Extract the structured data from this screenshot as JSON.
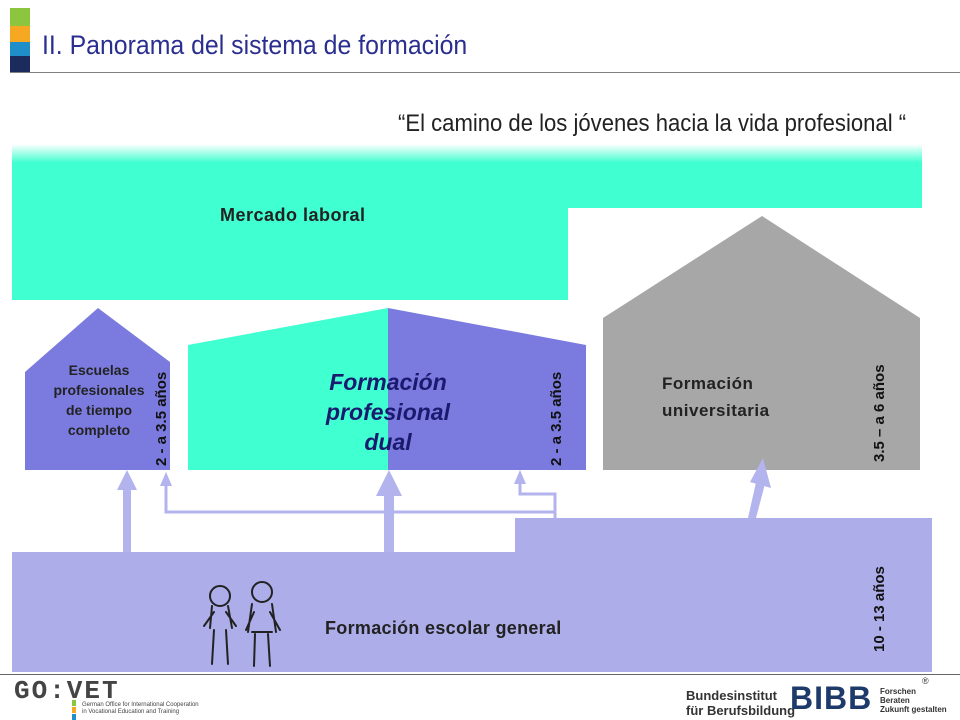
{
  "header": {
    "title": "II. Panorama del sistema de formación",
    "subtitle": "“El camino de los jóvenes hacia la vida profesional “"
  },
  "diagram": {
    "mercado_laboral": "Mercado laboral",
    "escuelas": [
      "Escuelas",
      "profesionales",
      "de tiempo",
      "completo"
    ],
    "dual": [
      "Formación",
      "profesional",
      "dual"
    ],
    "universitaria": [
      "Formación",
      "universitaria"
    ],
    "escolar_general": "Formación escolar general",
    "durations": {
      "escuelas": "2 - a 3.5 años",
      "dual": "2 - a 3.5 años",
      "universitaria": "3.5 – a 6 años",
      "escolar": "10 - 13 años"
    }
  },
  "footer": {
    "govet_logo": "GO:VET",
    "govet_line1": "German Office for International Cooperation",
    "govet_line2": "in Vocational Education and Training",
    "registered": "®",
    "bibb_line1": "Bundesinstitut",
    "bibb_line2": "für Berufsbildung",
    "bibb_logo": "BIBB",
    "bibb_tag1": "Forschen",
    "bibb_tag2": "Beraten",
    "bibb_tag3": "Zukunft gestalten"
  },
  "colors": {
    "title": "#2a2f8f",
    "mint": "#40ffd0",
    "purple": "#7b7bdf",
    "lavender": "#adadea",
    "gray": "#a7a7a7",
    "arrow": "#b3b3ee"
  }
}
